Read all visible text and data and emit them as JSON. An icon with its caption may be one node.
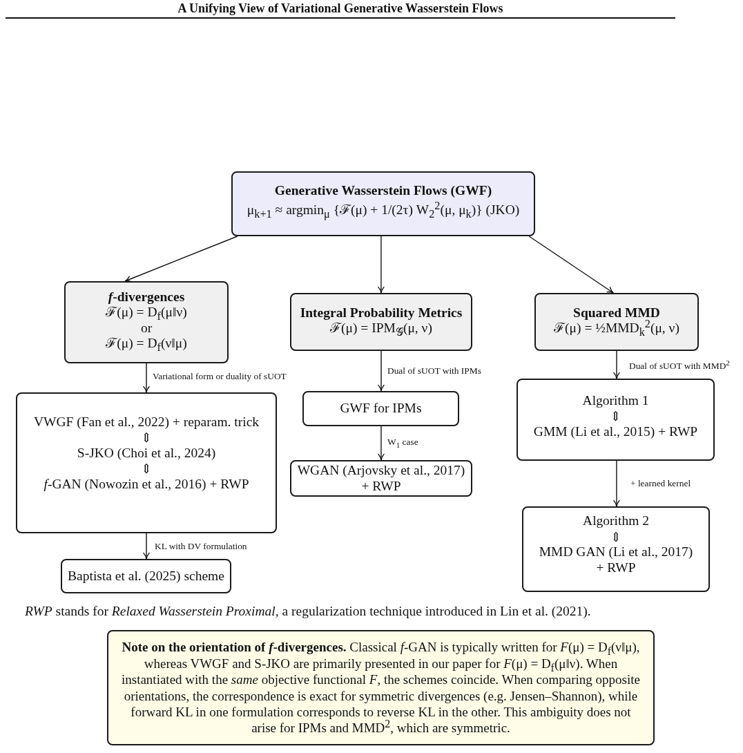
{
  "diagram": {
    "title": "A Unifying View of Variational Generative Wasserstein Flows",
    "caption": "*RWP* stands for *Relaxed Wasserstein Proximal*, a regularization technique introduced in Lin et al. (2021).",
    "nodes": [
      {
        "text": [
          "Generative Wasserstein Flows (GWF)",
          "μ$_{k+1}$ ≈ argmin$_{μ}$ {ℱ(μ) + 1/(2τ) W$_{2}$$^{2}$(μ, μ$_{k}$)} (JKO)"
        ]
      },
      {
        "text": [
          "*f*-divergences",
          "ℱ(μ) = D$_{f}$(μ‖ν)",
          "or",
          "ℱ(μ) = D$_{f}$(ν‖μ)"
        ]
      },
      {
        "text": [
          "Integral Probability Metrics",
          "ℱ(μ) = IPM$_{𝒢}$(μ, ν)"
        ]
      },
      {
        "text": [
          "Squared MMD",
          "ℱ(μ) = ½MMD$_{k}$$^{2}$(μ, ν)"
        ]
      },
      {
        "text": [
          "VWGF (Fan et al., 2022) + reparam. trick",
          "⇕",
          "S-JKO (Choi et al., 2024)",
          "⇕",
          "*f*-GAN (Nowozin et al., 2016) + RWP"
        ]
      },
      {
        "text": [
          "Baptista et al. (2025) scheme"
        ]
      },
      {
        "text": [
          "GWF for IPMs"
        ]
      },
      {
        "text": [
          "WGAN (Arjovsky et al., 2017) + RWP"
        ]
      },
      {
        "text": [
          "Algorithm 1",
          "⇕",
          "GMM (Li et al., 2015) + RWP"
        ]
      },
      {
        "text": [
          "Algorithm 2",
          "⇕",
          "MMD GAN (Li et al., 2017) + RWP"
        ]
      },
      {
        "text": [
          "**Note on the orientation of *f*-divergences.** Classical *f*-GAN is typically written for *F*(μ) = D$_{f}$(ν‖μ), whereas VWGF and S-JKO are primarily presented in our paper for *F*(μ) = D$_{f}$(μ‖ν). When instantiated with the *same* objective functional *F*, the schemes coincide. When comparing opposite orientations, the correspondence is exact for symmetric divergences (e.g. Jensen–Shannon), while forward KL in one formulation corresponds to reverse KL in the other. This ambiguity does not arise for IPMs and MMD$^{2}$, which are symmetric."
        ]
      }
    ],
    "edges": [
      {
        "from": 0,
        "to": 1,
        "arrow": "to"
      },
      {
        "from": 0,
        "to": 2,
        "arrow": "to"
      },
      {
        "from": 0,
        "to": 3,
        "arrow": "to"
      },
      {
        "from": 1,
        "to": 4,
        "arrow": "to",
        "label": "Variational form or duality of sUOT"
      },
      {
        "from": 4,
        "to": 5,
        "arrow": "to",
        "label": "KL with DV formulation"
      },
      {
        "from": 2,
        "to": 6,
        "arrow": "to",
        "label": "Dual of sUOT with IPMs"
      },
      {
        "from": 6,
        "to": 7,
        "arrow": "to",
        "label": "W$_{1}$ case"
      },
      {
        "from": 3,
        "to": 8,
        "arrow": "to",
        "label": "Dual of sUOT with MMD$^{2}$"
      },
      {
        "from": 8,
        "to": 9,
        "arrow": "to",
        "label": "+ learned kernel"
      }
    ]
  }
}
